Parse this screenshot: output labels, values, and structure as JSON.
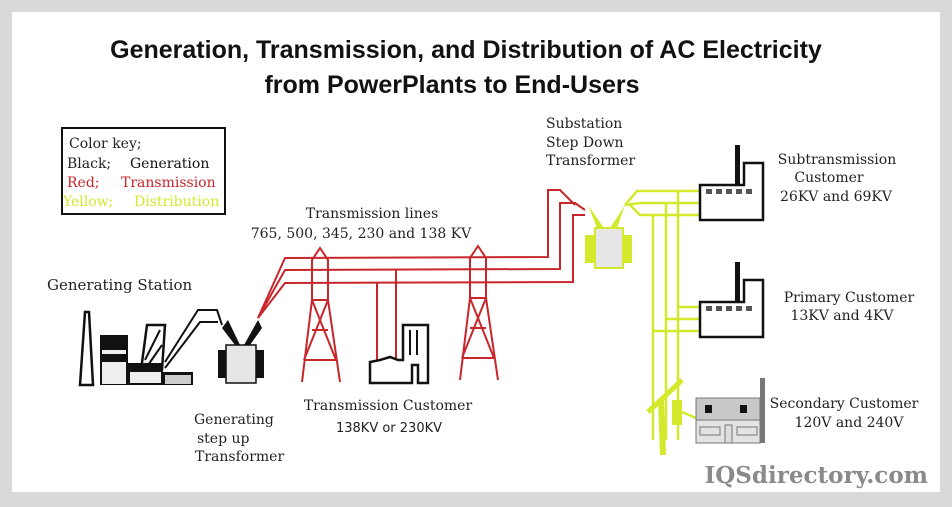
{
  "title": {
    "line1": "Generation, Transmission, and Distribution of AC Electricity",
    "line2": "from PowerPlants to End-Users"
  },
  "color_key": {
    "heading": "Color key;",
    "rows": [
      {
        "color_name": "Black;",
        "meaning": "Generation",
        "color": "#111111"
      },
      {
        "color_name": "Red;",
        "meaning": "Transmission",
        "color": "#c8262b"
      },
      {
        "color_name": "Yellow;",
        "meaning": "Distribution",
        "color": "#d4e82c"
      }
    ]
  },
  "labels": {
    "generating_station": "Generating Station",
    "step_up": [
      "Generating",
      "step up",
      "Transformer"
    ],
    "transmission_lines": [
      "Transmission lines",
      "765, 500, 345, 230 and 138 KV"
    ],
    "transmission_customer": [
      "Transmission Customer",
      "138KV or 230KV"
    ],
    "substation": [
      "Substation",
      "Step Down",
      "Transformer"
    ],
    "subtransmission_customer": [
      "Subtransmission",
      "Customer",
      "26KV and 69KV"
    ],
    "primary_customer": [
      "Primary Customer",
      "13KV and 4KV"
    ],
    "secondary_customer": [
      "Secondary Customer",
      "120V and 240V"
    ]
  },
  "watermark": "IQSdirectory.com"
}
